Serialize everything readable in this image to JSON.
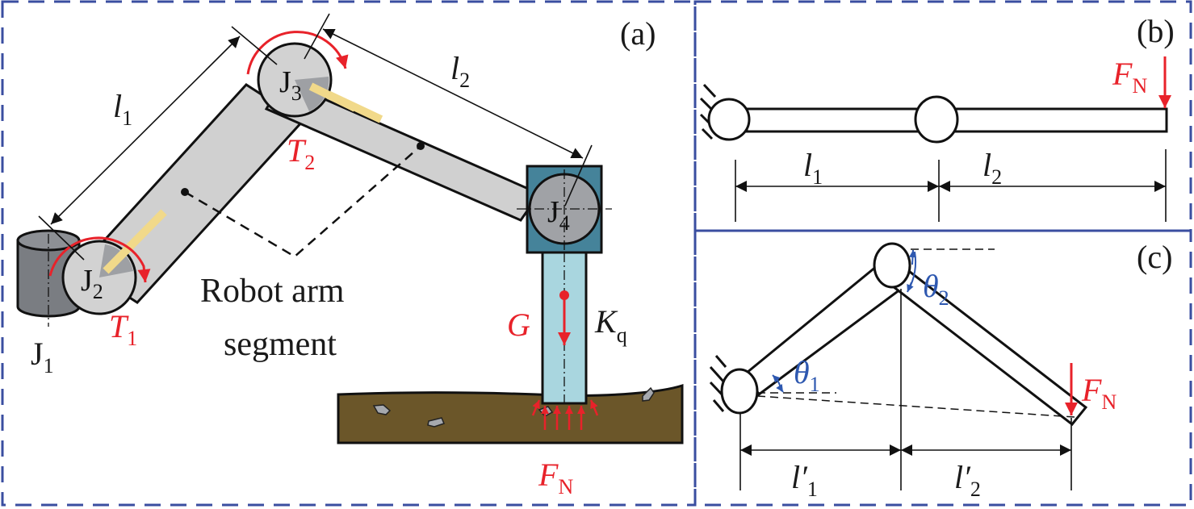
{
  "figure": {
    "panels": [
      {
        "id": "a",
        "label": "(a)"
      },
      {
        "id": "b",
        "label": "(b)"
      },
      {
        "id": "c",
        "label": "(c)"
      }
    ],
    "colors": {
      "border": "#3a4ea0",
      "force": "#e8222a",
      "angle": "#2e58b0",
      "link": "#d0d0d0",
      "highlight": "#f1d98a",
      "end_effector_box": "#45839a",
      "tool": "#a9d6df",
      "ground": "#6b5629",
      "base": "#7a7d82"
    }
  },
  "panel_a": {
    "joints": {
      "j1": {
        "main": "J",
        "sub": "1"
      },
      "j2": {
        "main": "J",
        "sub": "2"
      },
      "j3": {
        "main": "J",
        "sub": "3"
      },
      "j4": {
        "main": "J",
        "sub": "4"
      }
    },
    "torques": {
      "t1": {
        "main": "T",
        "sub": "1"
      },
      "t2": {
        "main": "T",
        "sub": "2"
      }
    },
    "lengths": {
      "l1": {
        "main": "l",
        "sub": "1"
      },
      "l2": {
        "main": "l",
        "sub": "2"
      }
    },
    "caption_line1": "Robot arm",
    "caption_line2": "segment",
    "gravity": "G",
    "stiffness": {
      "main": "K",
      "sub": "q"
    },
    "normal_force": {
      "main": "F",
      "sub": "N"
    }
  },
  "panel_b": {
    "normal_force": {
      "main": "F",
      "sub": "N"
    },
    "l1": {
      "main": "l",
      "sub": "1"
    },
    "l2": {
      "main": "l",
      "sub": "2"
    }
  },
  "panel_c": {
    "theta1": {
      "main": "θ",
      "sub": "1"
    },
    "theta2": {
      "main": "θ",
      "sub": "2"
    },
    "normal_force": {
      "main": "F",
      "sub": "N"
    },
    "l1p": {
      "main": "l′",
      "sub": "1"
    },
    "l2p": {
      "main": "l′",
      "sub": "2"
    }
  }
}
